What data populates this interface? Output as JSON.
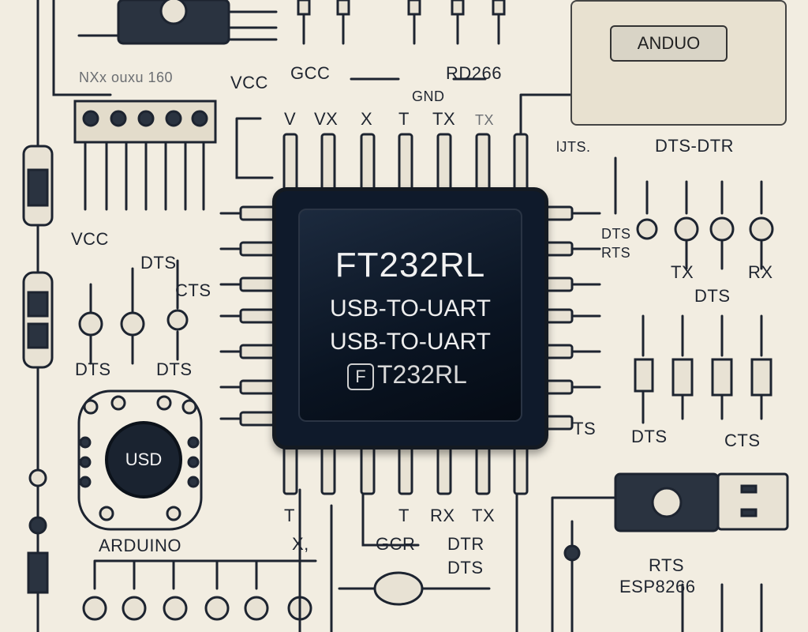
{
  "chip": {
    "title": "FT232RL",
    "subtitle_1": "USB-TO-UART",
    "subtitle_2": "USB-TO-UART",
    "logo_mark": "F",
    "logo_text": "T232RL"
  },
  "arduino_board": {
    "tag": "ANDUO"
  },
  "usb_connector": {
    "label": "USD"
  },
  "labels": {
    "top_left_scrawl": "NXx ouxu 160",
    "vcc_top": "VCC",
    "gcc_top": "GCC",
    "rd266": "RD266",
    "gnd": "GND",
    "pin_v": "V",
    "pin_vx": "VX",
    "pin_x": "X",
    "pin_t": "T",
    "pin_tx": "TX",
    "pin_tx_faint": "TX",
    "ldts": "lJTS.",
    "dts_dtr": "DTS-DTR",
    "vcc_left": "VCC",
    "dts_left": "DTS",
    "cts_left": "CTS",
    "dts_bottom_left_a": "DTS",
    "dts_bottom_left_b": "DTS",
    "arduino": "ARDUINO",
    "dts_right_chip": "DTS",
    "rts_right_chip": "RTS",
    "tx_right": "TX",
    "rx_right": "RX",
    "dts_right_mid": "DTS",
    "ts_right_chip": "TS",
    "dts_lower_right": "DTS",
    "cts_lower_right": "CTS",
    "bottom_t": "T",
    "bottom_t2": "T",
    "bottom_rx": "RX",
    "bottom_tx": "TX",
    "bottom_x": "X,",
    "gcr": "GCR",
    "dtr_bottom": "DTR",
    "dts_bottom": "DTS",
    "rts_bottom": "RTS",
    "esp8266": "ESP8266"
  }
}
